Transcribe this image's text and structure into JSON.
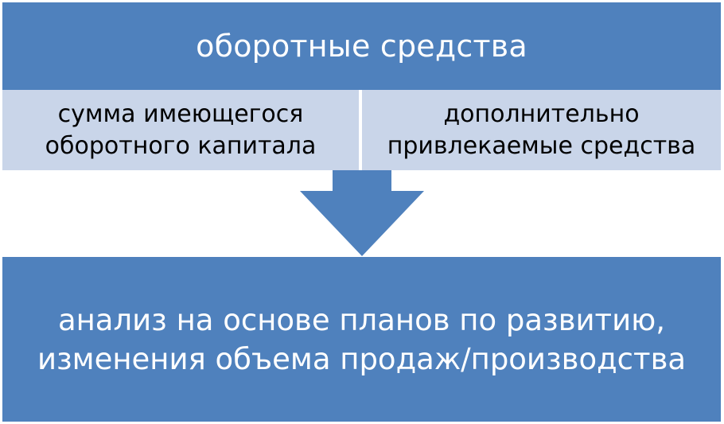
{
  "diagram": {
    "top": {
      "label": "оборотные средства"
    },
    "sources": [
      {
        "line1": "сумма имеющегося",
        "line2": "оборотного капитала"
      },
      {
        "line1": "дополнительно",
        "line2": "привлекаемые средства"
      }
    ],
    "result": {
      "line1": "анализ на основе планов по развитию,",
      "line2": "изменения объема продаж/производства"
    },
    "colors": {
      "primary": "#4f81bd",
      "secondary": "#c9d5e9",
      "text_dark": "#000000",
      "text_light": "#ffffff"
    }
  }
}
